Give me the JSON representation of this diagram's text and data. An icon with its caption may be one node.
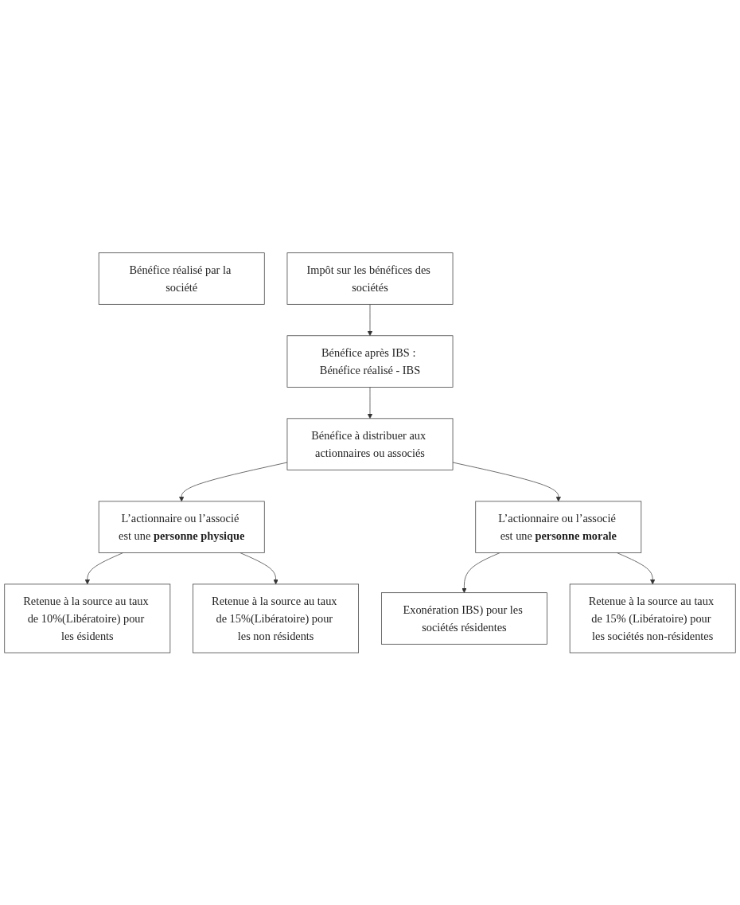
{
  "diagram": {
    "nodes": [
      {
        "text": [
          "Bénéfice réalisé par la société"
        ]
      },
      {
        "text": [
          "Impôt sur les bénéfices des sociétés"
        ]
      },
      {
        "text": [
          "Bénéfice après IBS : Bénéfice réalisé - IBS"
        ]
      },
      {
        "text": [
          "Bénéfice à distribuer aux actionnaires ou associés"
        ]
      },
      {
        "text": [
          "L’actionnaire ou l’associé est une **personne physique**"
        ]
      },
      {
        "text": [
          "L’actionnaire ou l’associé est une **personne morale**"
        ]
      },
      {
        "text": [
          "Retenue à la source au taux de 10%(Libératoire) pour les ésidents"
        ]
      },
      {
        "text": [
          "Exonération IBS) pour les sociétés résidentes"
        ]
      },
      {
        "text": [
          "Retenue à la source au taux de 15%(Libératoire) pour les non résidents"
        ]
      },
      {
        "text": [
          "Retenue à la source au taux de 15% (Libératoire) pour les sociétés non-résidentes"
        ]
      }
    ],
    "edges": [
      {
        "from": 1,
        "to": 2,
        "arrow": "to"
      },
      {
        "from": 2,
        "to": 3,
        "arrow": "to"
      },
      {
        "from": 3,
        "to": 4,
        "arrow": "to"
      },
      {
        "from": 3,
        "to": 5,
        "arrow": "to"
      },
      {
        "from": 4,
        "to": 6,
        "arrow": "to"
      },
      {
        "from": 4,
        "to": 8,
        "arrow": "to"
      },
      {
        "from": 5,
        "to": 7,
        "arrow": "to"
      },
      {
        "from": 5,
        "to": 9,
        "arrow": "to"
      }
    ]
  }
}
